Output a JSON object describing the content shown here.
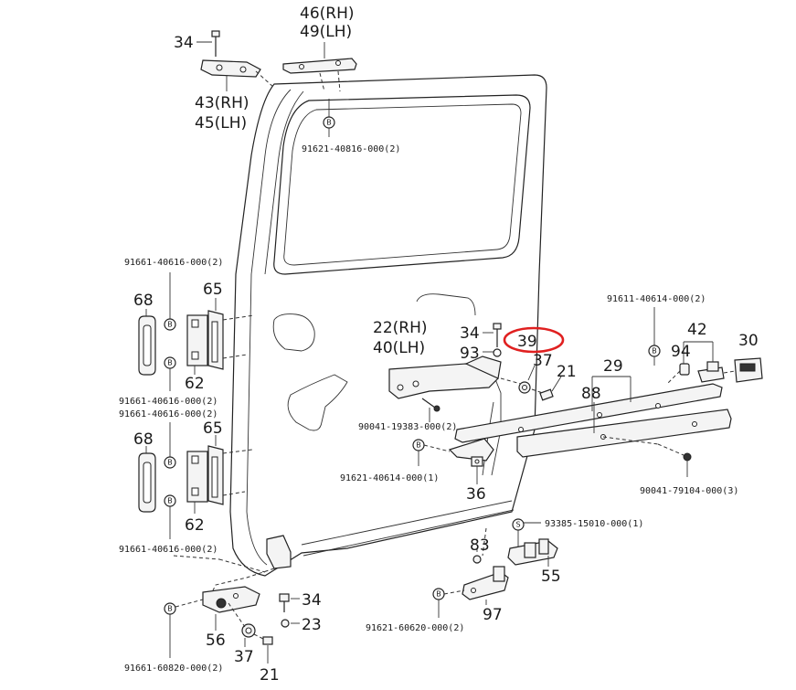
{
  "diagram": {
    "callouts": {
      "c34_top": "34",
      "c46": "46(RH)",
      "c49": "49(LH)",
      "c43": "43(RH)",
      "c45": "45(LH)",
      "pn_91621_40816": "91621-40816-000(2)",
      "pn_91661_40616_a": "91661-40616-000(2)",
      "c68_a": "68",
      "c65_a": "65",
      "c62_a": "62",
      "pn_91661_40616_b": "91661-40616-000(2)",
      "pn_91661_40616_c": "91661-40616-000(2)",
      "c65_b": "65",
      "c68_b": "68",
      "c62_b": "62",
      "pn_91661_40616_d": "91661-40616-000(2)",
      "c22": "22(RH)",
      "c40": "40(LH)",
      "c34_mid": "34",
      "c39": "39",
      "c93": "93",
      "c37_mid": "37",
      "c21_mid": "21",
      "pn_90041_19383": "90041-19383-000(2)",
      "pn_91621_40614": "91621-40614-000(1)",
      "c36": "36",
      "pn_91611_40614": "91611-40614-000(2)",
      "c42": "42",
      "c30": "30",
      "c94": "94",
      "c29": "29",
      "c88": "88",
      "pn_90041_79104": "90041-79104-000(3)",
      "pn_93385_15010": "93385-15010-000(1)",
      "c83": "83",
      "c55": "55",
      "c97": "97",
      "pn_91621_60620": "91621-60620-000(2)",
      "c34_bot": "34",
      "c23": "23",
      "c56": "56",
      "c37_bot": "37",
      "c21_bot": "21",
      "pn_91661_60820": "91661-60820-000(2)"
    },
    "bolt_markers": {
      "b": "B",
      "s": "S"
    },
    "highlight_color": "#e02020"
  }
}
